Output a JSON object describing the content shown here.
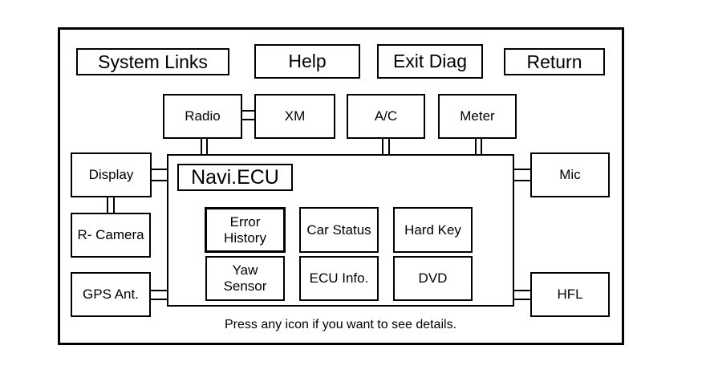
{
  "top_buttons": {
    "system_links": "System Links",
    "help": "Help",
    "exit_diag": "Exit Diag",
    "return": "Return"
  },
  "modules": {
    "radio": "Radio",
    "xm": "XM",
    "ac": "A/C",
    "meter": "Meter",
    "display": "Display",
    "r_camera": "R- Camera",
    "gps_ant": "GPS Ant.",
    "mic": "Mic",
    "hfl": "HFL"
  },
  "navi_ecu": {
    "title": "Navi.ECU",
    "items": {
      "error_history_1": "Error",
      "error_history_2": "History",
      "car_status": "Car Status",
      "hard_key": "Hard Key",
      "yaw_sensor_1": "Yaw",
      "yaw_sensor_2": "Sensor",
      "ecu_info": "ECU Info.",
      "dvd": "DVD"
    }
  },
  "hint": "Press any icon if you want to see details."
}
